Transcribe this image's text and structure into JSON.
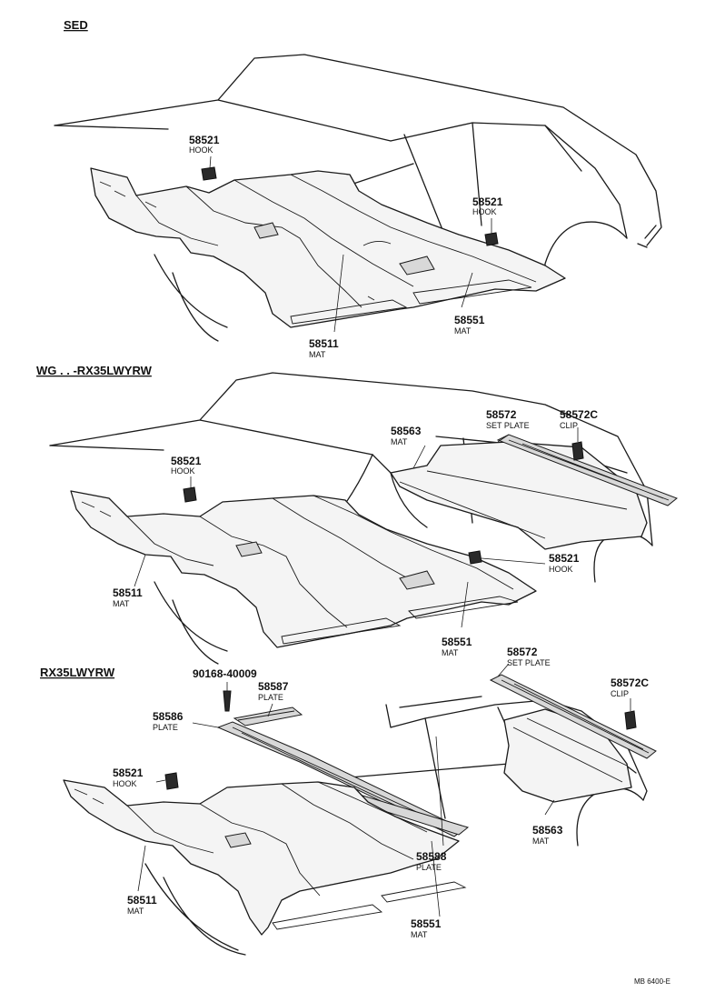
{
  "sections": {
    "sed": {
      "title": "SED"
    },
    "wg": {
      "title": "WG . . -RX35LWYRW"
    },
    "rx": {
      "title": "RX35LWYRW"
    }
  },
  "labels": {
    "sed_hook_left": {
      "num": "58521",
      "cap": "HOOK"
    },
    "sed_hook_right": {
      "num": "58521",
      "cap": "HOOK"
    },
    "sed_mat_front": {
      "num": "58551",
      "cap": "MAT"
    },
    "sed_mat_main": {
      "num": "58511",
      "cap": "MAT"
    },
    "wg_hook_left": {
      "num": "58521",
      "cap": "HOOK"
    },
    "wg_mat_rear": {
      "num": "58563",
      "cap": "MAT"
    },
    "wg_set_plate": {
      "num": "58572",
      "cap": "SET PLATE"
    },
    "wg_clip": {
      "num": "58572C",
      "cap": "CLIP"
    },
    "wg_mat_main": {
      "num": "58511",
      "cap": "MAT"
    },
    "wg_hook_right": {
      "num": "58521",
      "cap": "HOOK"
    },
    "wg_mat_front": {
      "num": "58551",
      "cap": "MAT"
    },
    "rx_screw": {
      "num": "90168-40009",
      "cap": ""
    },
    "rx_plate_587": {
      "num": "58587",
      "cap": "PLATE"
    },
    "rx_plate_586": {
      "num": "58586",
      "cap": "PLATE"
    },
    "rx_set_plate": {
      "num": "58572",
      "cap": "SET PLATE"
    },
    "rx_clip": {
      "num": "58572C",
      "cap": "CLIP"
    },
    "rx_hook": {
      "num": "58521",
      "cap": "HOOK"
    },
    "rx_mat_rear": {
      "num": "58563",
      "cap": "MAT"
    },
    "rx_plate_588": {
      "num": "58588",
      "cap": "PLATE"
    },
    "rx_mat_main": {
      "num": "58511",
      "cap": "MAT"
    },
    "rx_mat_front": {
      "num": "58551",
      "cap": "MAT"
    }
  },
  "footer": {
    "code": "MB 6400-E"
  }
}
